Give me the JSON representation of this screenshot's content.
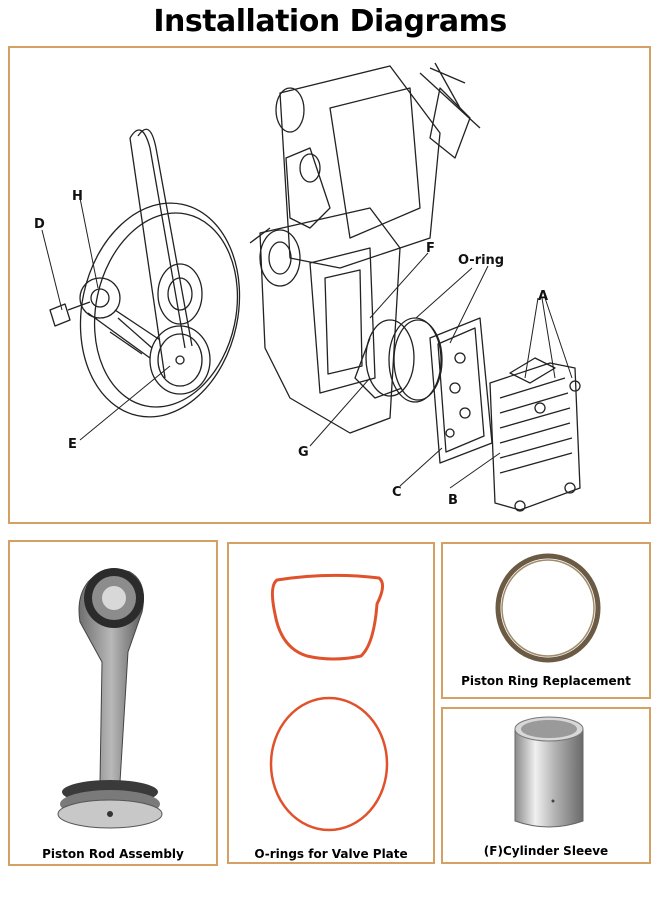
{
  "title": "Installation Diagrams",
  "labels": {
    "D": "D",
    "H": "H",
    "E": "E",
    "F": "F",
    "G": "G",
    "O": "O-ring",
    "A": "A",
    "B": "B",
    "C": "C"
  },
  "captions": {
    "rod": "Piston Rod Assembly",
    "oring": "O-rings for Valve Plate",
    "ring": "Piston Ring Replacement",
    "sleeve": "(F)Cylinder Sleeve"
  },
  "colors": {
    "border": "#d4a064",
    "oring": "#e0522c",
    "piston_ring": "#6b5a44"
  }
}
